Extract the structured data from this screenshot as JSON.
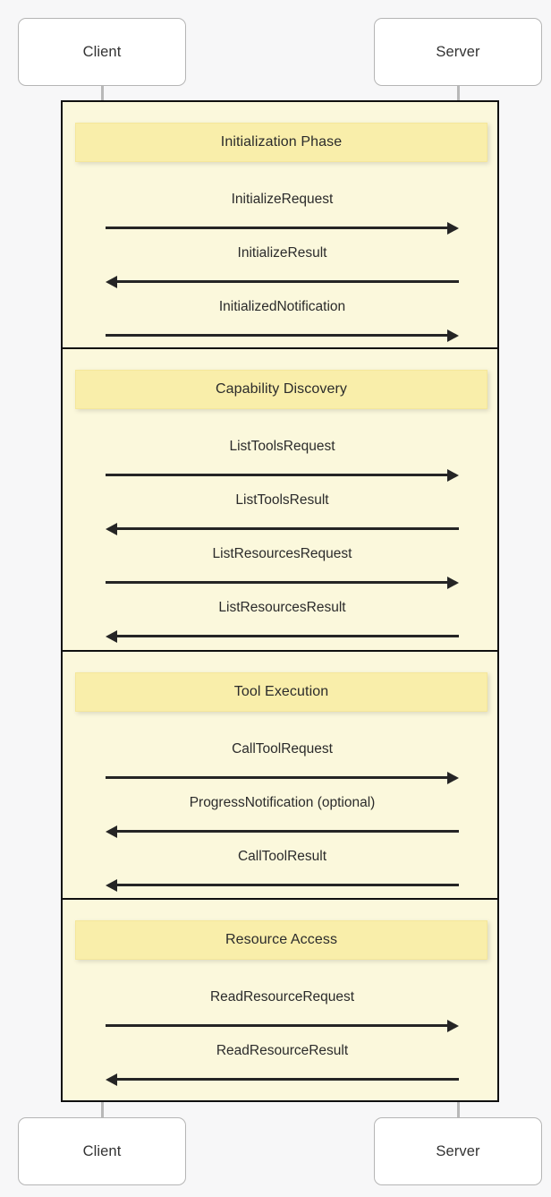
{
  "diagram": {
    "type": "sequence-diagram",
    "background_color": "#f7f7f8",
    "block_fill_color": "#fbf8dc",
    "block_border_color": "#101010",
    "title_fill_color": "#f9eeaa",
    "arrow_color": "#252525",
    "lifeline_color": "#b8b8b8",
    "participant_box_color": "#ffffff"
  },
  "participants": [
    {
      "id": "client",
      "label": "Client"
    },
    {
      "id": "server",
      "label": "Server"
    }
  ],
  "participants_bottom": [
    {
      "id": "client",
      "label": "Client"
    },
    {
      "id": "server",
      "label": "Server"
    }
  ],
  "blocks": [
    {
      "title": "Initialization Phase",
      "messages": [
        {
          "label": "InitializeRequest",
          "direction": "right"
        },
        {
          "label": "InitializeResult",
          "direction": "left"
        },
        {
          "label": "InitializedNotification",
          "direction": "right"
        }
      ]
    },
    {
      "title": "Capability Discovery",
      "messages": [
        {
          "label": "ListToolsRequest",
          "direction": "right"
        },
        {
          "label": "ListToolsResult",
          "direction": "left"
        },
        {
          "label": "ListResourcesRequest",
          "direction": "right"
        },
        {
          "label": "ListResourcesResult",
          "direction": "left"
        }
      ]
    },
    {
      "title": "Tool Execution",
      "messages": [
        {
          "label": "CallToolRequest",
          "direction": "right"
        },
        {
          "label": "ProgressNotification (optional)",
          "direction": "left"
        },
        {
          "label": "CallToolResult",
          "direction": "left"
        }
      ]
    },
    {
      "title": "Resource Access",
      "messages": [
        {
          "label": "ReadResourceRequest",
          "direction": "right"
        },
        {
          "label": "ReadResourceResult",
          "direction": "left"
        }
      ]
    }
  ]
}
